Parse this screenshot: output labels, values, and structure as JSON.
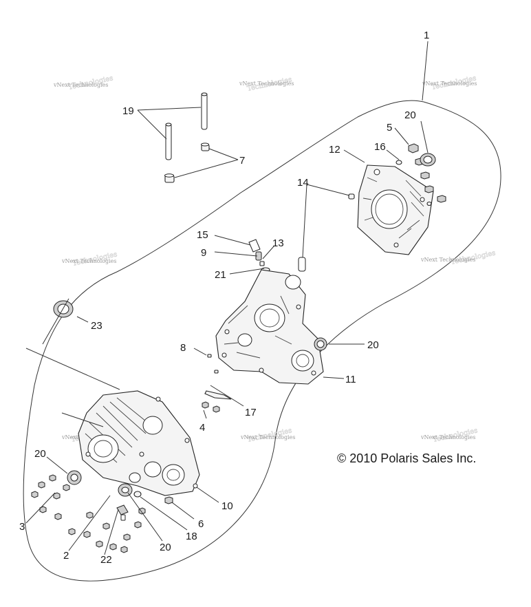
{
  "callouts": [
    "1",
    "19",
    "7",
    "5",
    "20",
    "16",
    "12",
    "14",
    "15",
    "13",
    "9",
    "21",
    "23",
    "8",
    "20",
    "11",
    "17",
    "4",
    "20",
    "3",
    "2",
    "22",
    "20",
    "18",
    "6",
    "10"
  ],
  "watermarks": [
    "vNext Technologies",
    "vNext Technologies",
    "vNext Technologies",
    "vNext Technologies",
    "vNext Technologies",
    "vNext Technologies",
    "vNext Technologies",
    "vNext Technologies"
  ],
  "copyright": "© 2010 Polaris Sales Inc."
}
